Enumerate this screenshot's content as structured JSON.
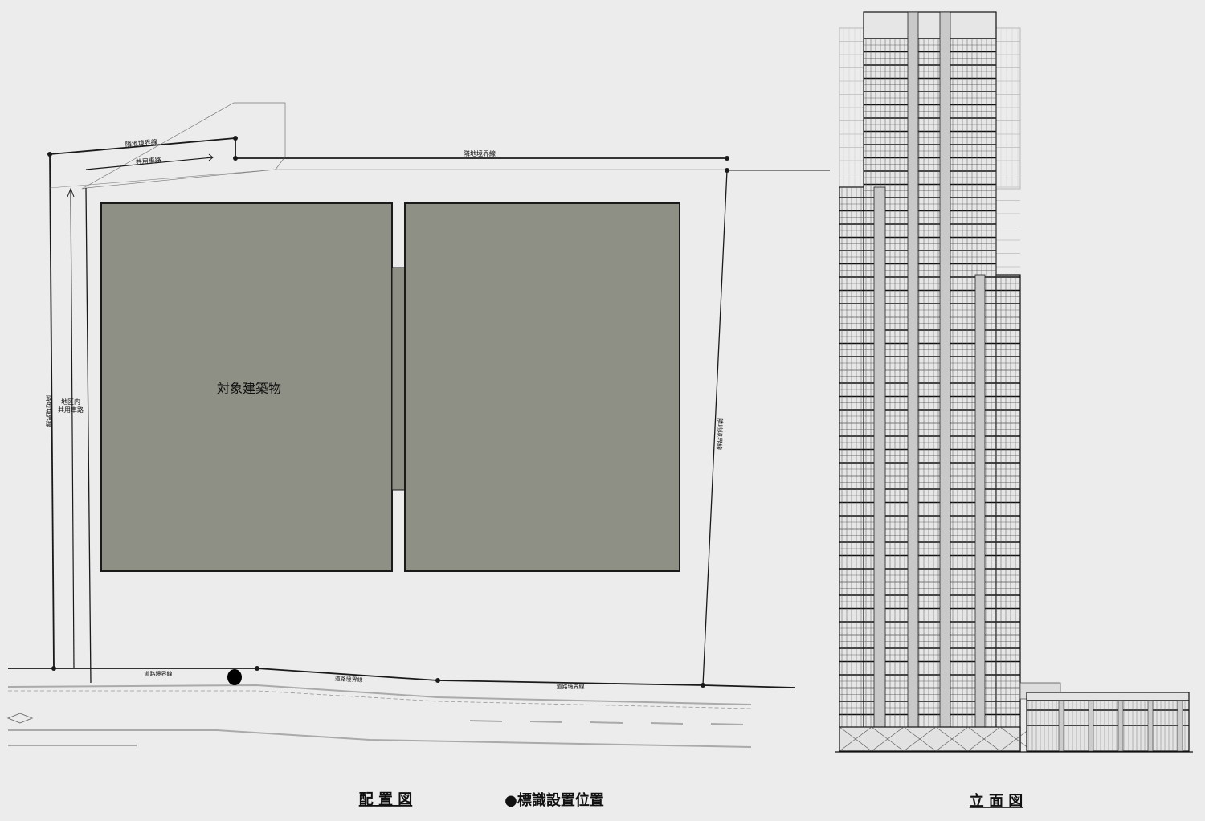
{
  "site_plan": {
    "title": "配 置 図",
    "building_label": "対象建築物",
    "boundary_top_left": "隣地境界線",
    "boundary_top_right": "隣地境界線",
    "boundary_left": "隣地境界線",
    "boundary_right": "隣地境界線",
    "shared_road_top": "共用車路",
    "shared_road_left_line1": "地区内",
    "shared_road_left_line2": "共用車路",
    "road_boundary_1": "道路境界線",
    "road_boundary_2": "道路境界線",
    "road_boundary_3": "道路境界線"
  },
  "legend": {
    "sign_location": "●標識設置位置"
  },
  "elevation": {
    "title": "立 面 図"
  },
  "colors": {
    "background": "#ececec",
    "building_fill": "#8f9085",
    "line": "#1a1a1a"
  }
}
